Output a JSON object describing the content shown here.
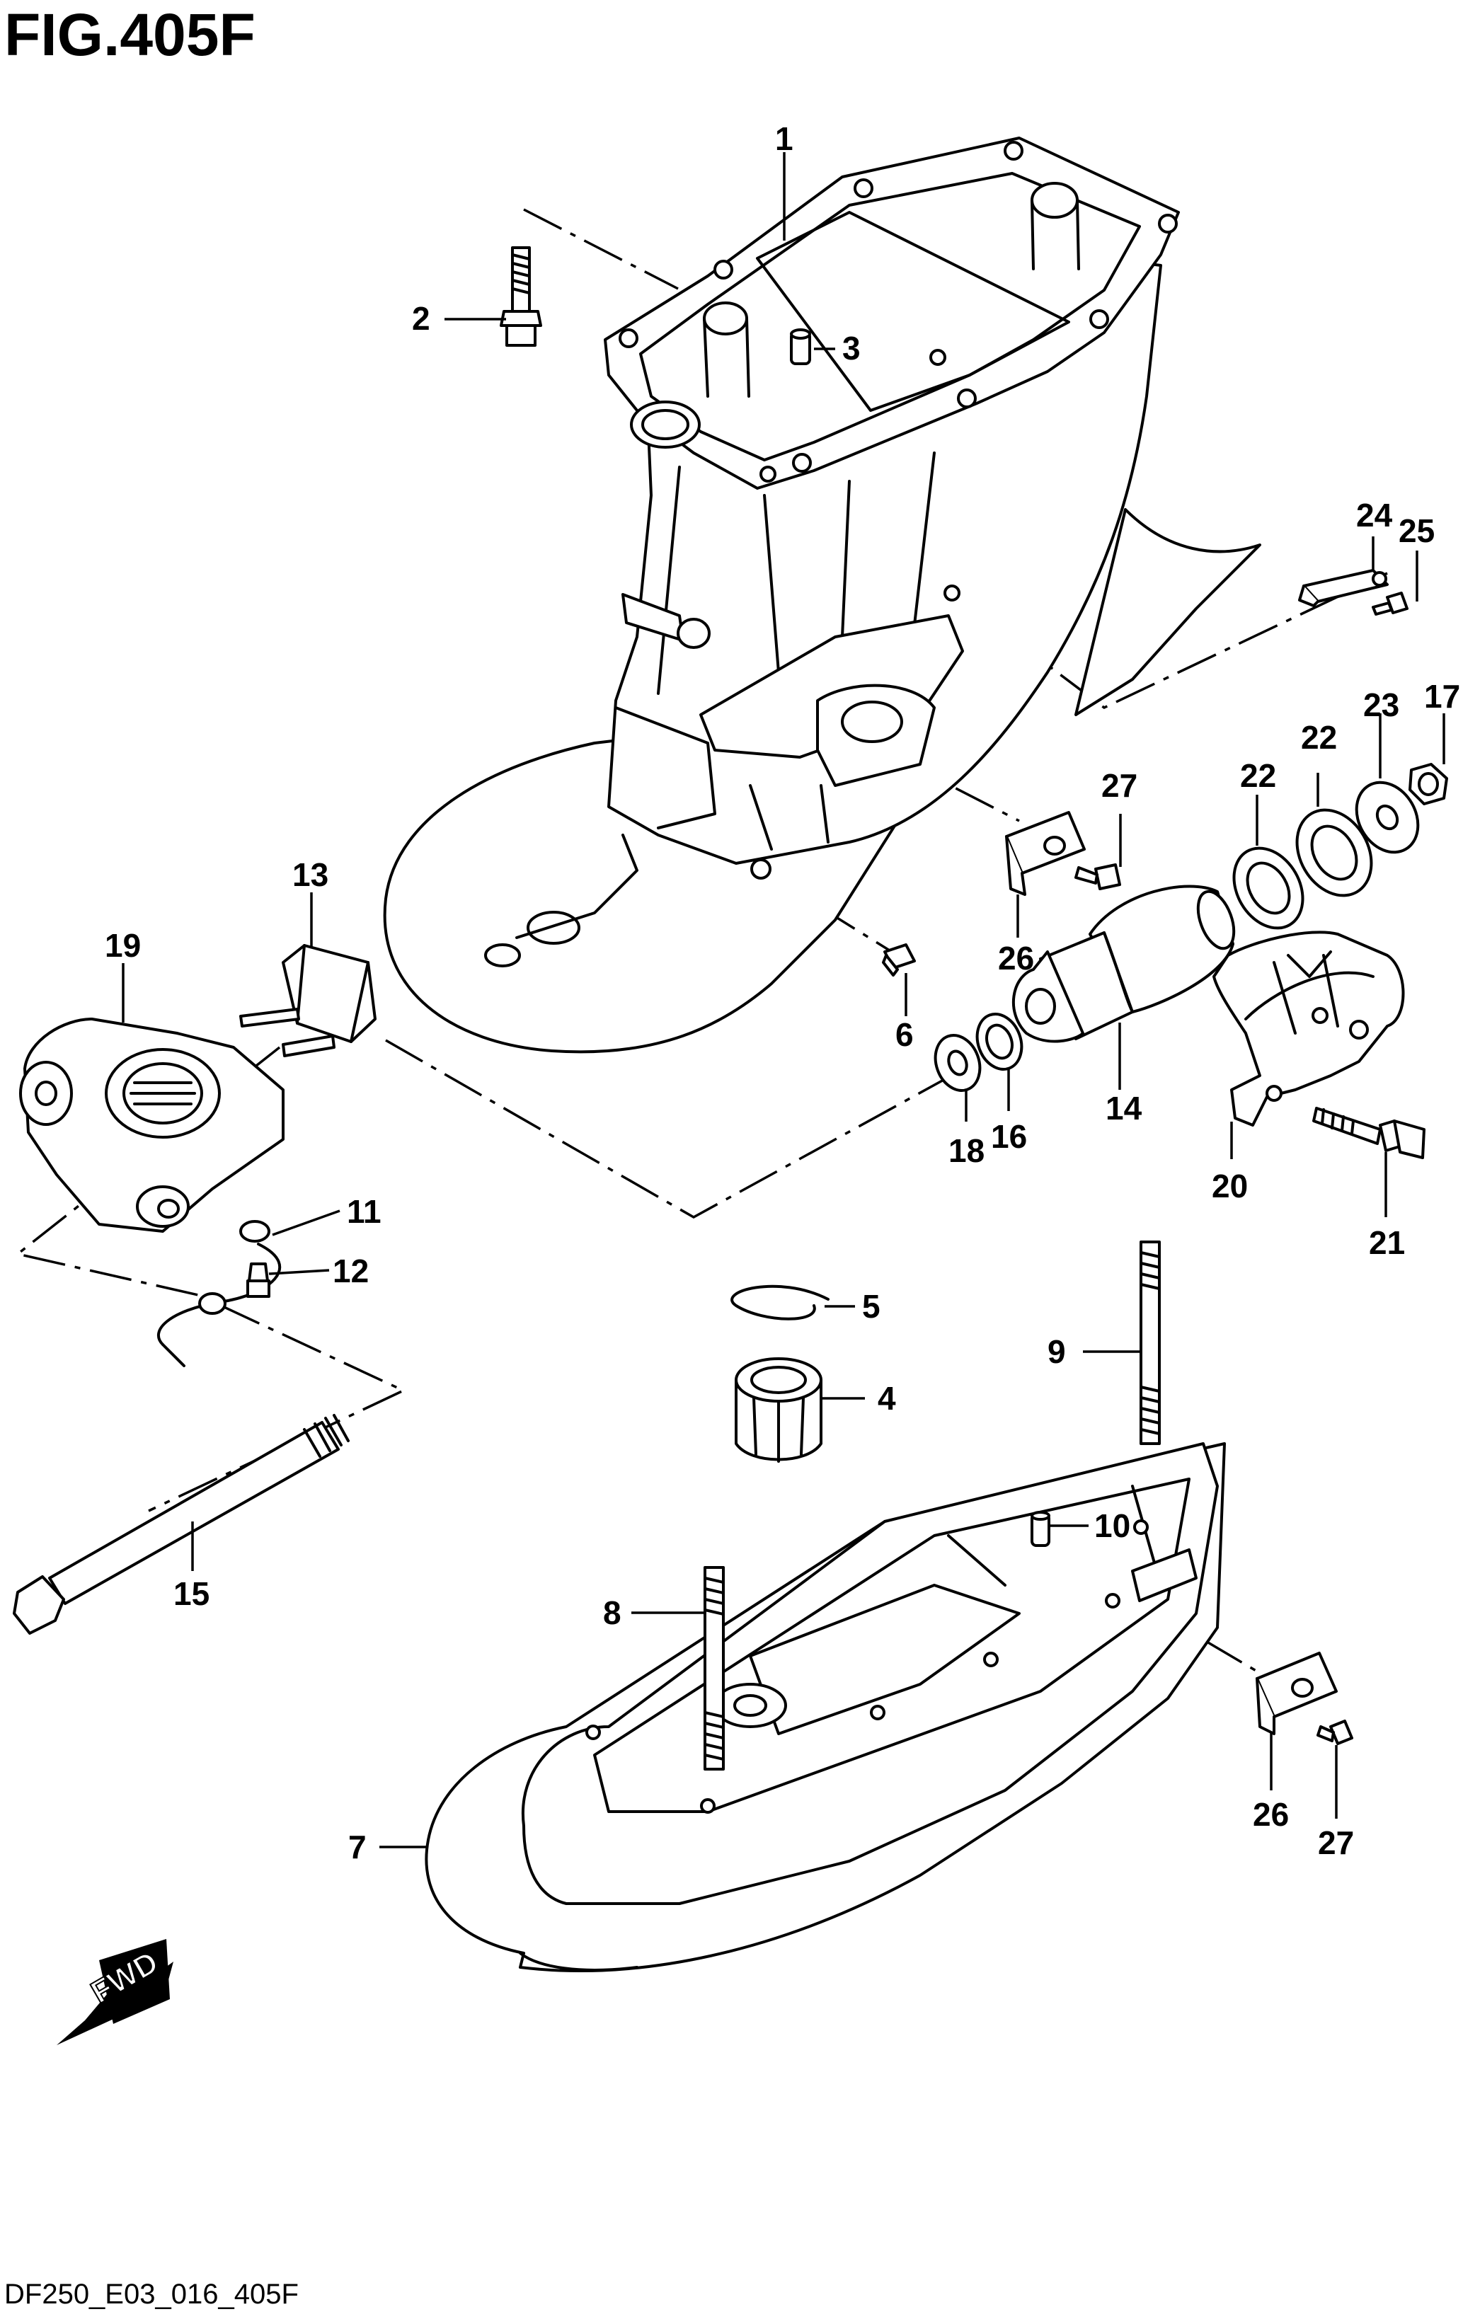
{
  "figure_title": "FIG.405F",
  "drawing_code": "DF250_E03_016_405F",
  "fwd_label": "FWD",
  "callouts": {
    "c1": "1",
    "c2": "2",
    "c3": "3",
    "c4": "4",
    "c5": "5",
    "c6": "6",
    "c7": "7",
    "c8": "8",
    "c9": "9",
    "c10": "10",
    "c11": "11",
    "c12": "12",
    "c13": "13",
    "c14": "14",
    "c15": "15",
    "c16": "16",
    "c17": "17",
    "c18": "18",
    "c19": "19",
    "c20": "20",
    "c21": "21",
    "c22a": "22",
    "c22b": "22",
    "c23": "23",
    "c24": "24",
    "c25": "25",
    "c26a": "26",
    "c26b": "26",
    "c27a": "27",
    "c27b": "27"
  },
  "icons": {
    "fwd": "fwd-arrow-icon"
  },
  "colors": {
    "line": "#000000",
    "background": "#ffffff"
  }
}
